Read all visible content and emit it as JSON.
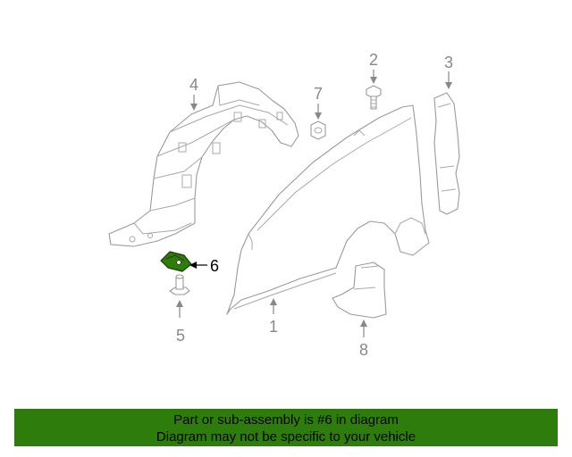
{
  "callouts": {
    "c1": "1",
    "c2": "2",
    "c3": "3",
    "c4": "4",
    "c5": "5",
    "c6": "6",
    "c7": "7",
    "c8": "8"
  },
  "highlighted_part": "6",
  "highlight_color": "#2e7d0c",
  "banner": {
    "line1": "Part or sub-assembly is #6 in diagram",
    "line2": "Diagram may not be specific to your vehicle",
    "background": "#2e7d0c"
  }
}
